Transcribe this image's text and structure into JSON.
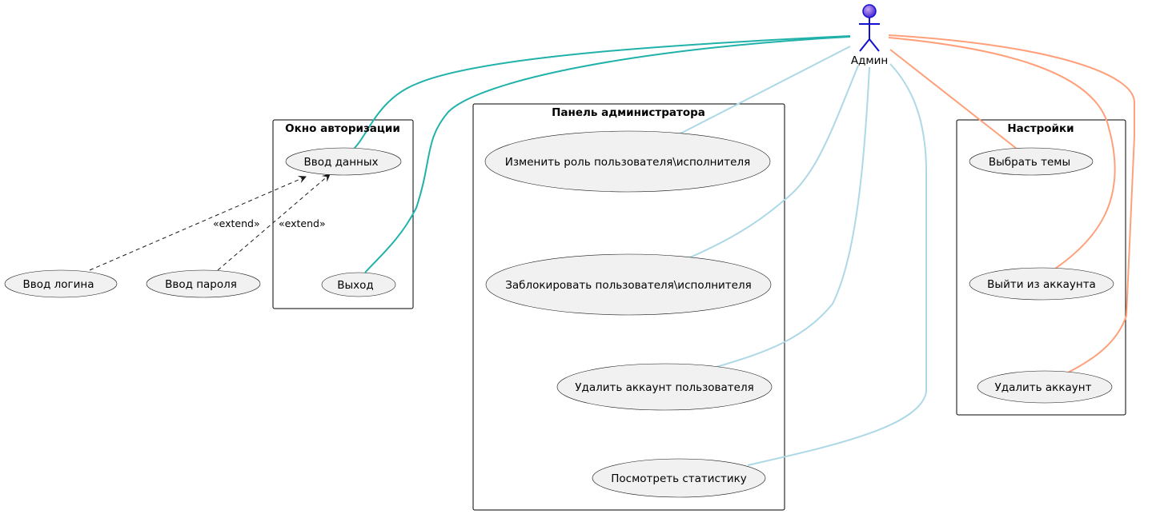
{
  "actor": {
    "name": "Админ"
  },
  "colors": {
    "auth_lines": "#20b2aa",
    "admin_lines": "#add8e6",
    "settings_lines": "#ffa07a",
    "actor_stroke": "#1010d0",
    "actor_head_fill": "#8a4cd8"
  },
  "packages": {
    "auth": {
      "title": "Окно авторизации",
      "uc_input": "Ввод данных",
      "uc_exit": "Выход"
    },
    "admin": {
      "title": "Панель администратора",
      "uc_change_role": "Изменить роль пользователя\\исполнителя",
      "uc_block": "Заблокировать пользователя\\исполнителя",
      "uc_delete_user": "Удалить аккаунт пользователя",
      "uc_stats": "Посмотреть статистику"
    },
    "settings": {
      "title": "Настройки",
      "uc_theme": "Выбрать темы",
      "uc_logout": "Выйти из аккаунта",
      "uc_delete_account": "Удалить аккаунт"
    }
  },
  "outside": {
    "uc_login": "Ввод логина",
    "uc_password": "Ввод пароля"
  },
  "relations": {
    "extend_label_1": "«extend»",
    "extend_label_2": "«extend»"
  }
}
